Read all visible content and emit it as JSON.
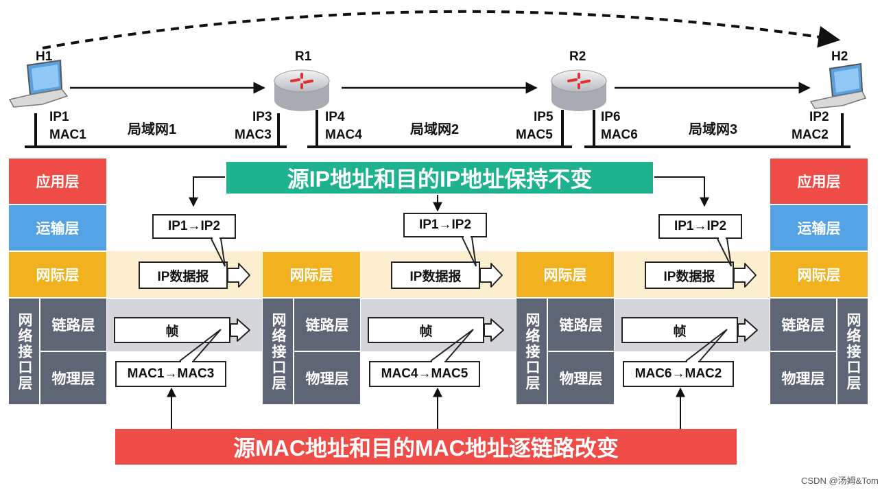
{
  "hosts": {
    "h1": {
      "name": "H1",
      "ip": "IP1",
      "mac": "MAC1"
    },
    "h2": {
      "name": "H2",
      "ip": "IP2",
      "mac": "MAC2"
    }
  },
  "routers": {
    "r1": {
      "name": "R1",
      "left_ip": "IP3",
      "left_mac": "MAC3",
      "right_ip": "IP4",
      "right_mac": "MAC4"
    },
    "r2": {
      "name": "R2",
      "left_ip": "IP5",
      "left_mac": "MAC5",
      "right_ip": "IP6",
      "right_mac": "MAC6"
    }
  },
  "lans": [
    "局域网1",
    "局域网2",
    "局域网3"
  ],
  "layers": {
    "application": "应用层",
    "transport": "运输层",
    "network": "网际层",
    "datalink": "链路层",
    "physical": "物理层",
    "network_interface": "网络接口层"
  },
  "segments": [
    {
      "ip_pair": "IP1→IP2",
      "datagram": "IP数据报",
      "frame": "帧",
      "mac_pair": "MAC1→MAC3"
    },
    {
      "ip_pair": "IP1→IP2",
      "datagram": "IP数据报",
      "frame": "帧",
      "mac_pair": "MAC4→MAC5"
    },
    {
      "ip_pair": "IP1→IP2",
      "datagram": "IP数据报",
      "frame": "帧",
      "mac_pair": "MAC6→MAC2"
    }
  ],
  "banners": {
    "ip": "源IP地址和目的IP地址保持不变",
    "mac": "源MAC地址和目的MAC地址逐链路改变"
  },
  "colors": {
    "ip_banner": "#1fb28e",
    "mac_banner": "#ef4b47"
  },
  "watermark": "CSDN @汤姆&Tom"
}
